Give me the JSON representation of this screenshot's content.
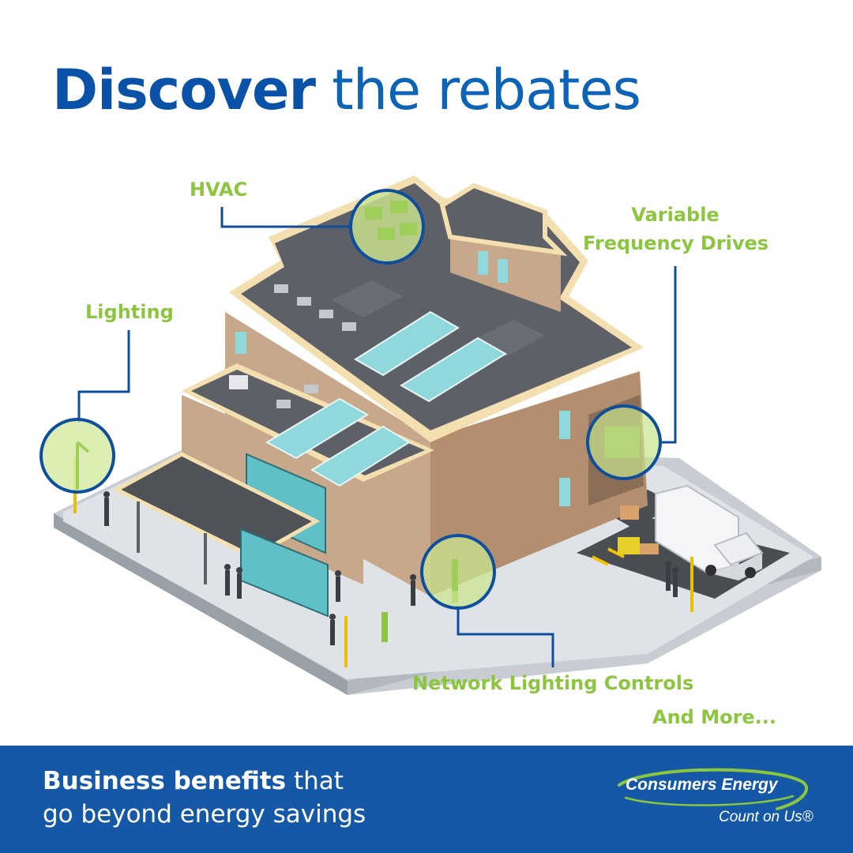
{
  "headline": {
    "bold": "Discover",
    "rest": "the rebates"
  },
  "callouts": {
    "hvac": "HVAC",
    "vfd_line1": "Variable",
    "vfd_line2": "Frequency Drives",
    "lighting": "Lighting",
    "network": "Network Lighting Controls",
    "more": "And More..."
  },
  "footer": {
    "tag_bold": "Business benefits",
    "tag_rest_line1": "that",
    "tag_line2": "go beyond energy savings"
  },
  "logo": {
    "name": "Consumers Energy",
    "tagline": "Count on Us®"
  },
  "colors": {
    "headline_blue": "#0d63b5",
    "callout_green": "#8cc63f",
    "footer_blue": "#1558a8",
    "logo_swoosh": "#8cc63f"
  },
  "icons": [
    "building-illustration",
    "hvac-zoom-icon",
    "vfd-zoom-icon",
    "lighting-zoom-icon",
    "network-controls-zoom-icon"
  ]
}
